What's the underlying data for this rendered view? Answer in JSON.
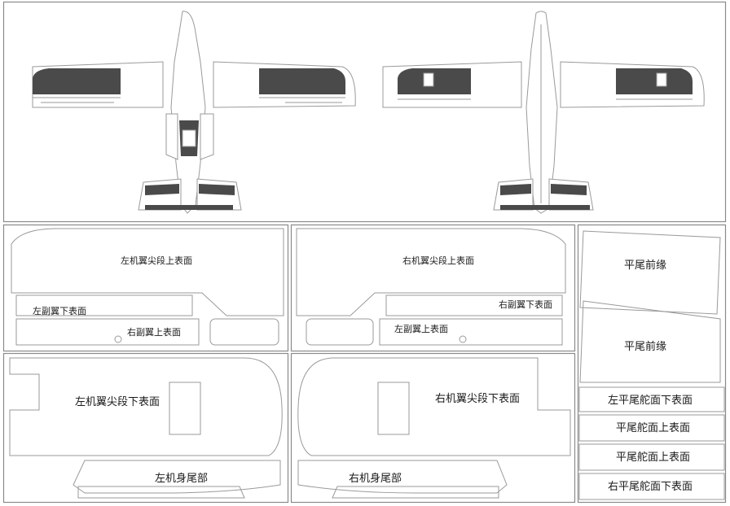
{
  "colors": {
    "frame": "#8a8a8a",
    "outline": "#9a9a9a",
    "fill_dark": "#4a4a4a",
    "paper": "#ffffff",
    "text": "#1a1a1a"
  },
  "labels": {
    "left_wingtip_top": "左机翼尖段上表面",
    "left_aileron_bottom": "左副翼下表面",
    "right_aileron_top_left_panel": "右副翼上表面",
    "right_wingtip_top": "右机翼尖段上表面",
    "right_aileron_bottom": "右副翼下表面",
    "left_aileron_top": "左副翼上表面",
    "stab_leading_edge_1": "平尾前缘",
    "stab_leading_edge_2": "平尾前缘",
    "left_wingtip_bottom": "左机翼尖段下表面",
    "left_tail_fuselage": "左机身尾部",
    "right_wingtip_bottom": "右机翼尖段下表面",
    "right_tail_fuselage": "右机身尾部",
    "left_elevator_bottom": "左平尾舵面下表面",
    "elevator_top_1": "平尾舵面上表面",
    "elevator_top_2": "平尾舵面上表面",
    "right_elevator_bottom": "右平尾舵面下表面"
  }
}
